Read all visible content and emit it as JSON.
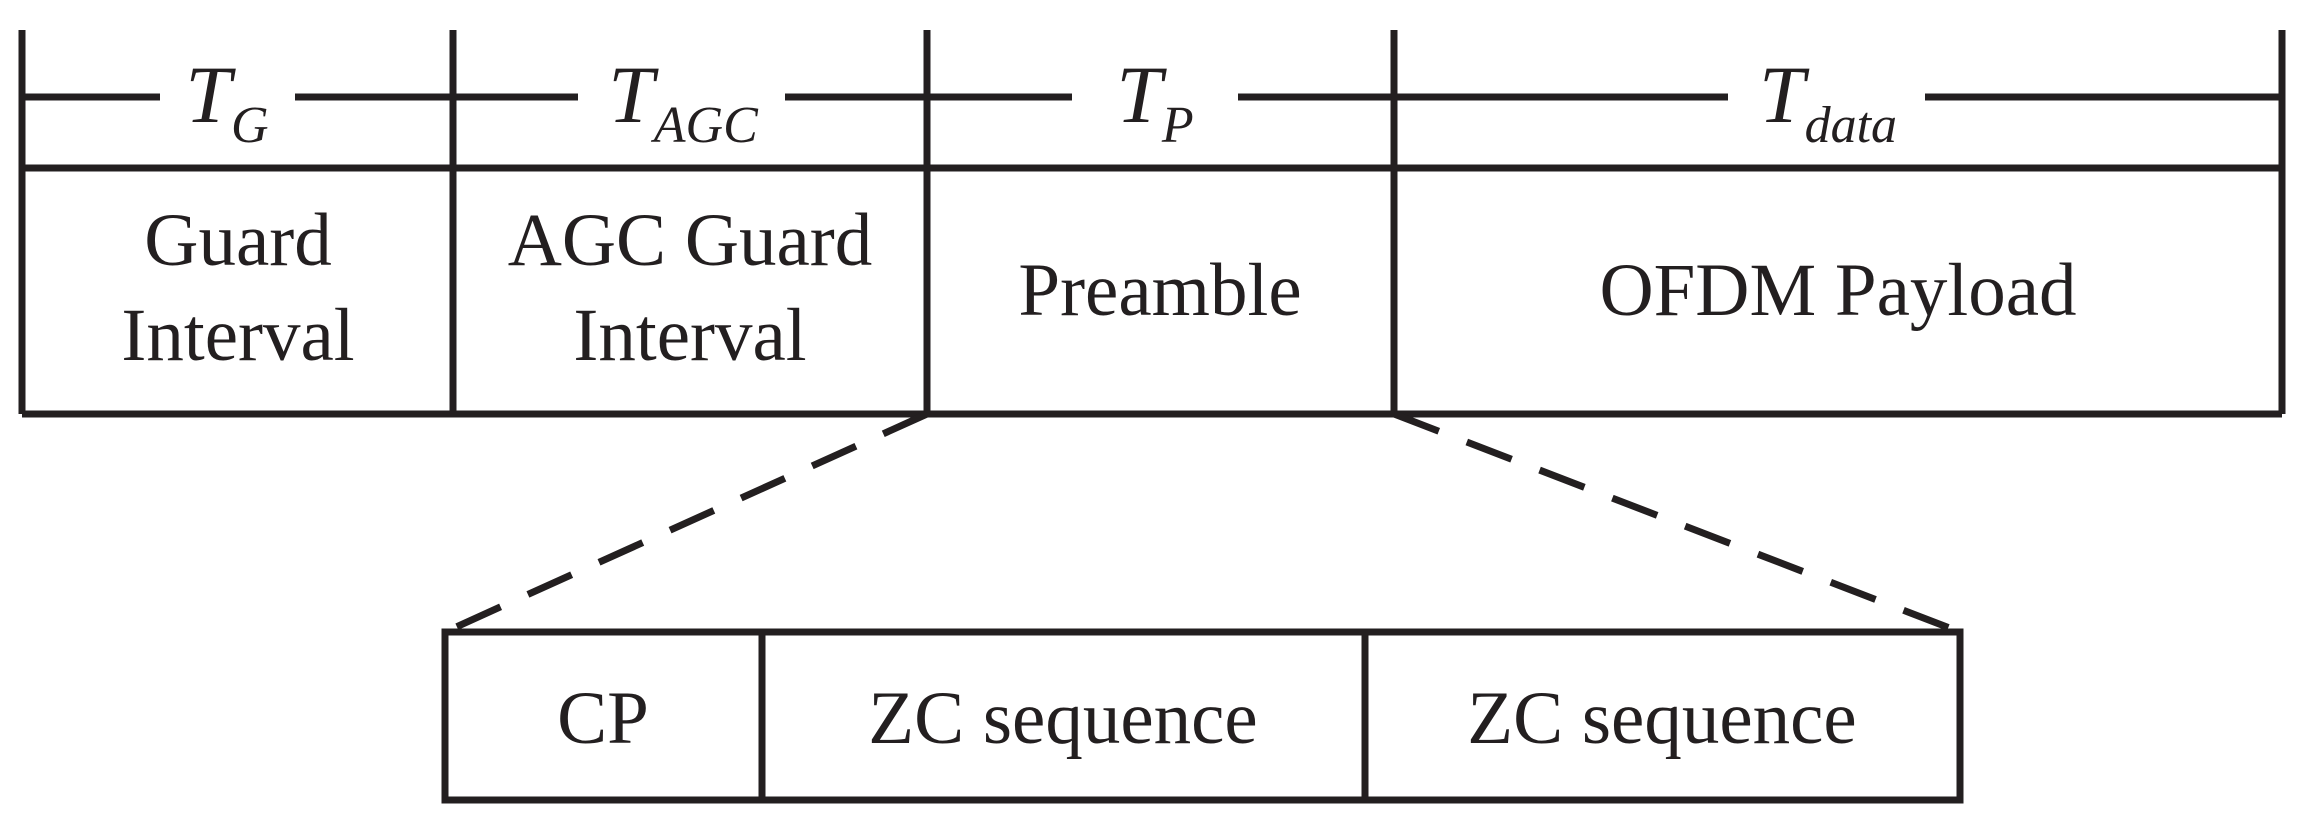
{
  "frame": {
    "durations": [
      {
        "symbol": "T",
        "subscript": "G"
      },
      {
        "symbol": "T",
        "subscript": "AGC"
      },
      {
        "symbol": "T",
        "subscript": "P"
      },
      {
        "symbol": "T",
        "subscript": "data"
      }
    ],
    "fields": [
      {
        "line1": "Guard",
        "line2": "Interval"
      },
      {
        "line1": "AGC Guard",
        "line2": "Interval"
      },
      {
        "label": "Preamble"
      },
      {
        "label": "OFDM Payload"
      }
    ]
  },
  "preamble": {
    "parts": [
      "CP",
      "ZC sequence",
      "ZC sequence"
    ]
  },
  "colors": {
    "line": "#231f20",
    "background": "#ffffff"
  }
}
